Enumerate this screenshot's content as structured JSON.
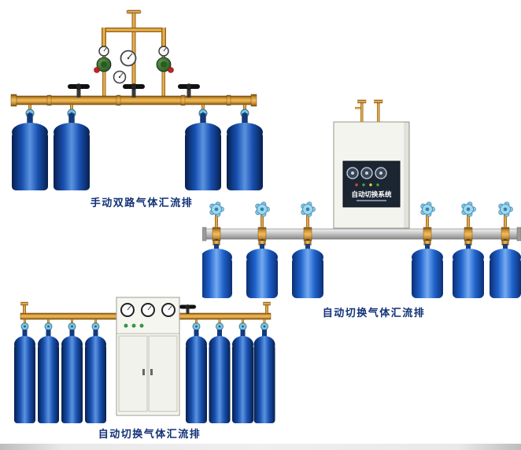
{
  "figures": [
    {
      "caption": "手动双路气体汇流排"
    },
    {
      "caption": "自动切换气体汇流排"
    },
    {
      "caption": "自动切换气体汇流排"
    }
  ],
  "cabinet_panel": {
    "title": "自动切换系统"
  },
  "colors": {
    "caption_text": "#123277",
    "brass": "#cf9434",
    "cylinder_blue": "#1850b0",
    "cylinder_blue_bright": "#2063cc",
    "handwheel_blue": "#9ed7ef",
    "manifold_silver": "#c6c6c6",
    "cabinet_body": "#f4f4ee",
    "panel_dark": "#1c2633"
  }
}
